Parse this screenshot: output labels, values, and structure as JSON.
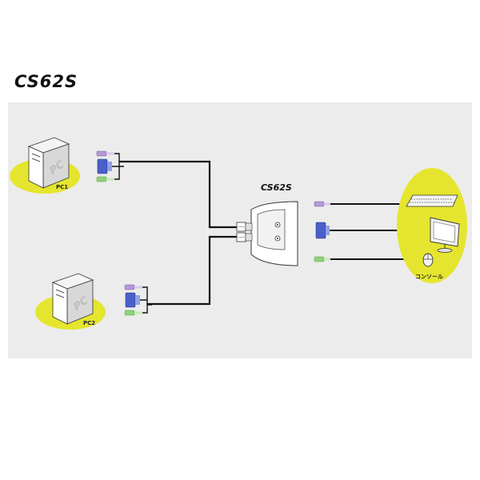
{
  "title": "CS62S",
  "switch": {
    "label": "CS62S"
  },
  "computers": [
    {
      "label": "PC1",
      "case_text": "PC"
    },
    {
      "label": "PC2",
      "case_text": "PC"
    }
  ],
  "console": {
    "label": "コンソール"
  },
  "colors": {
    "panel": "#ececec",
    "highlight": "#e5e52f",
    "ps2_keyboard": "#b497d8",
    "vga": "#4a5fc8",
    "ps2_mouse": "#8fd27a",
    "cable": "#111111"
  },
  "icons": [
    "pc-tower-icon",
    "keyboard-icon",
    "monitor-icon",
    "mouse-icon",
    "kvm-switch-icon",
    "vga-connector-icon",
    "ps2-connector-icon"
  ]
}
